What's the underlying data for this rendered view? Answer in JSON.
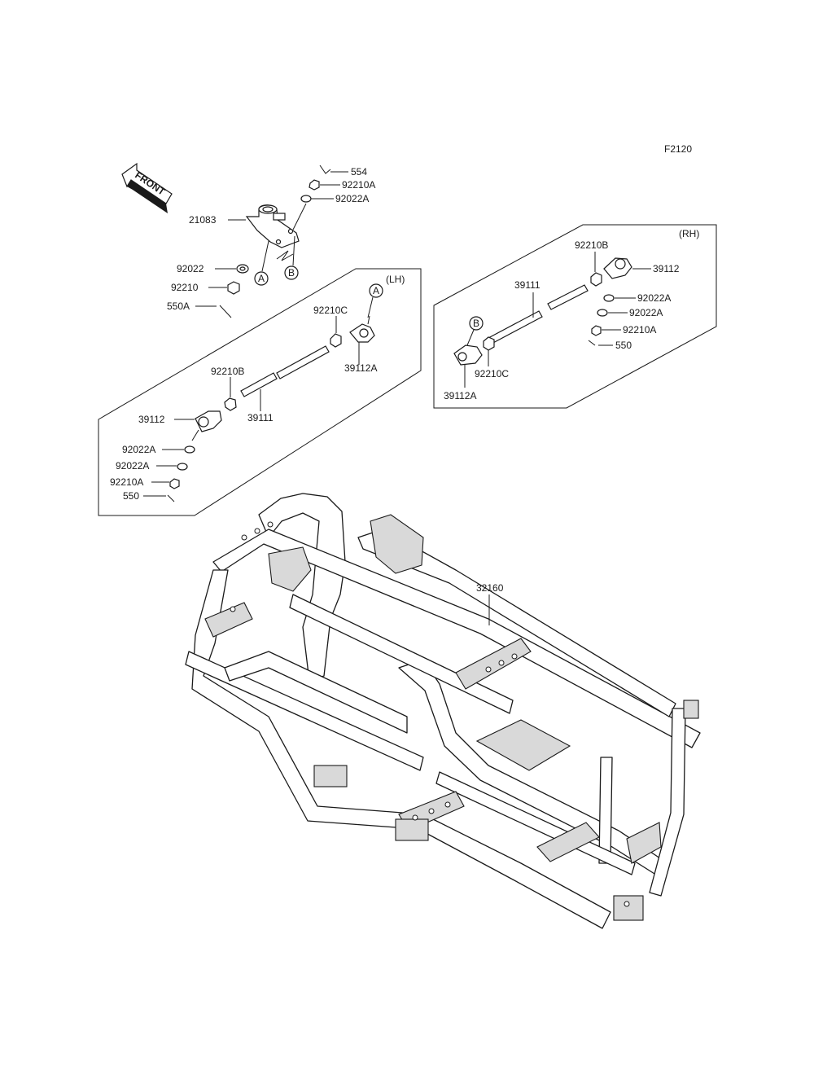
{
  "figure_code": "F2120",
  "front_label": "FRONT",
  "variants": {
    "lh": "(LH)",
    "rh": "(RH)"
  },
  "refs": {
    "a": "A",
    "b": "B"
  },
  "top_parts": {
    "p554": "554",
    "p92210A": "92210A",
    "p92022A": "92022A",
    "p21083": "21083",
    "p92022": "92022",
    "p92210": "92210",
    "p550A": "550A"
  },
  "lh_parts": {
    "p92210C": "92210C",
    "p39112A": "39112A",
    "p92210B": "92210B",
    "p39112": "39112",
    "p39111": "39111",
    "p92022A_1": "92022A",
    "p92022A_2": "92022A",
    "p92210A": "92210A",
    "p550": "550"
  },
  "rh_parts": {
    "p92210B": "92210B",
    "p39112": "39112",
    "p39111": "39111",
    "p92022A_1": "92022A",
    "p92022A_2": "92022A",
    "p92210A": "92210A",
    "p550": "550",
    "p92210C": "92210C",
    "p39112A": "39112A"
  },
  "frame_part": "32160"
}
